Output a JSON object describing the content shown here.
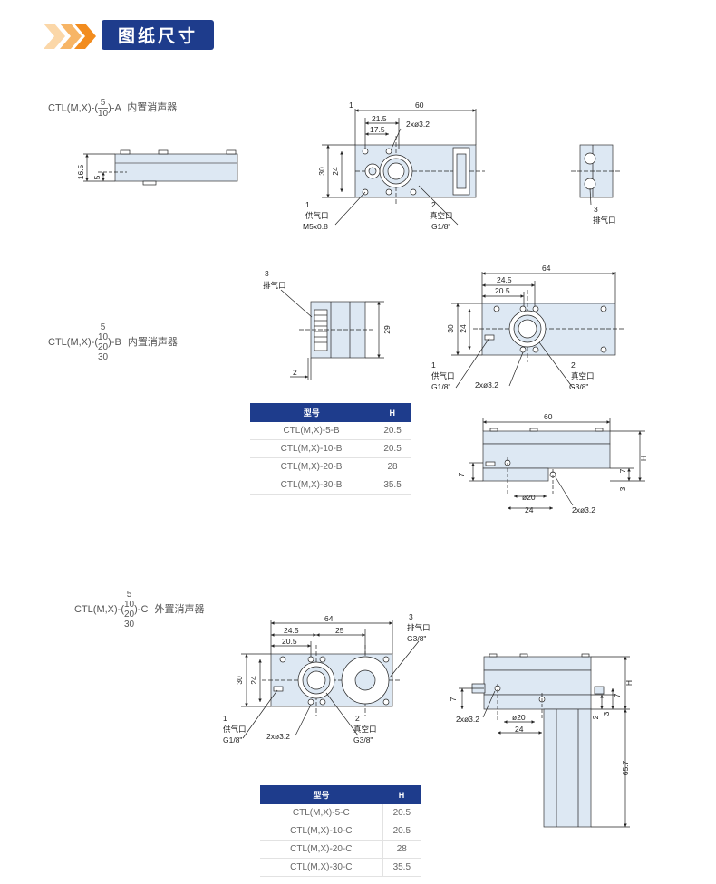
{
  "header": {
    "title": "图纸尺寸",
    "accent": "#f28c1e",
    "brand": "#1e3c8c"
  },
  "models": {
    "a": {
      "prefix": "CTL(M,X)-(",
      "frac_top": "5",
      "frac_bottom": "10",
      "suffix": ")-A",
      "desc": "内置消声器"
    },
    "b": {
      "prefix": "CTL(M,X)-(",
      "options": [
        "5",
        "10",
        "20",
        "30"
      ],
      "suffix": ")-B",
      "desc": "内置消声器"
    },
    "c": {
      "prefix": "CTL(M,X)-(",
      "options": [
        "5",
        "10",
        "20",
        "30"
      ],
      "suffix": ")-C",
      "desc": "外置消声器"
    }
  },
  "drawing_a": {
    "side": {
      "h1": "16.5",
      "h2": "5"
    },
    "top": {
      "d60": "60",
      "d215": "21.5",
      "d175": "17.5",
      "holes": "2xø3.2",
      "d30": "30",
      "d24": "24",
      "p1_num": "1",
      "p1_name": "供气口",
      "p1_size": "M5x0.8",
      "p2_num": "2",
      "p2_name": "真空口",
      "p2_size": "G1/8\""
    },
    "end": {
      "p3_num": "3",
      "p3_name": "排气口"
    }
  },
  "drawing_b": {
    "side": {
      "p3_num": "3",
      "p3_name": "排气口",
      "d29": "29",
      "d2": "2"
    },
    "top": {
      "d64": "64",
      "d245": "24.5",
      "d205": "20.5",
      "d30": "30",
      "d24": "24",
      "p1_num": "1",
      "p1_name": "供气口",
      "p1_size": "G1/8\"",
      "holes": "2xø3.2",
      "p2_num": "2",
      "p2_name": "真空口",
      "p2_size": "G3/8\""
    },
    "front": {
      "d60": "60",
      "dH": "H",
      "d7a": "7",
      "d7b": "7",
      "d3": "3",
      "d20": "ø20",
      "d24": "24",
      "holes": "2xø3.2"
    },
    "table": {
      "headers": [
        "型号",
        "H"
      ],
      "rows": [
        {
          "model": "CTL(M,X)-5-B",
          "h": "20.5"
        },
        {
          "model": "CTL(M,X)-10-B",
          "h": "20.5"
        },
        {
          "model": "CTL(M,X)-20-B",
          "h": "28"
        },
        {
          "model": "CTL(M,X)-30-B",
          "h": "35.5"
        }
      ]
    }
  },
  "drawing_c": {
    "top": {
      "d64": "64",
      "d245": "24.5",
      "d25": "25",
      "d205": "20.5",
      "d30": "30",
      "d24": "24",
      "p1_num": "1",
      "p1_name": "供气口",
      "p1_size": "G1/8\"",
      "holes": "2xø3.2",
      "p2_num": "2",
      "p2_name": "真空口",
      "p2_size": "G3/8\"",
      "p3_num": "3",
      "p3_name": "排气口",
      "p3_size": "G3/8\""
    },
    "front": {
      "dH": "H",
      "d7a": "7",
      "d7b": "7",
      "d2": "2",
      "d3": "3",
      "holes": "2xø3.2",
      "d20": "ø20",
      "d24": "24",
      "d657": "65.7"
    },
    "table": {
      "headers": [
        "型号",
        "H"
      ],
      "rows": [
        {
          "model": "CTL(M,X)-5-C",
          "h": "20.5"
        },
        {
          "model": "CTL(M,X)-10-C",
          "h": "20.5"
        },
        {
          "model": "CTL(M,X)-20-C",
          "h": "28"
        },
        {
          "model": "CTL(M,X)-30-C",
          "h": "35.5"
        }
      ]
    }
  }
}
